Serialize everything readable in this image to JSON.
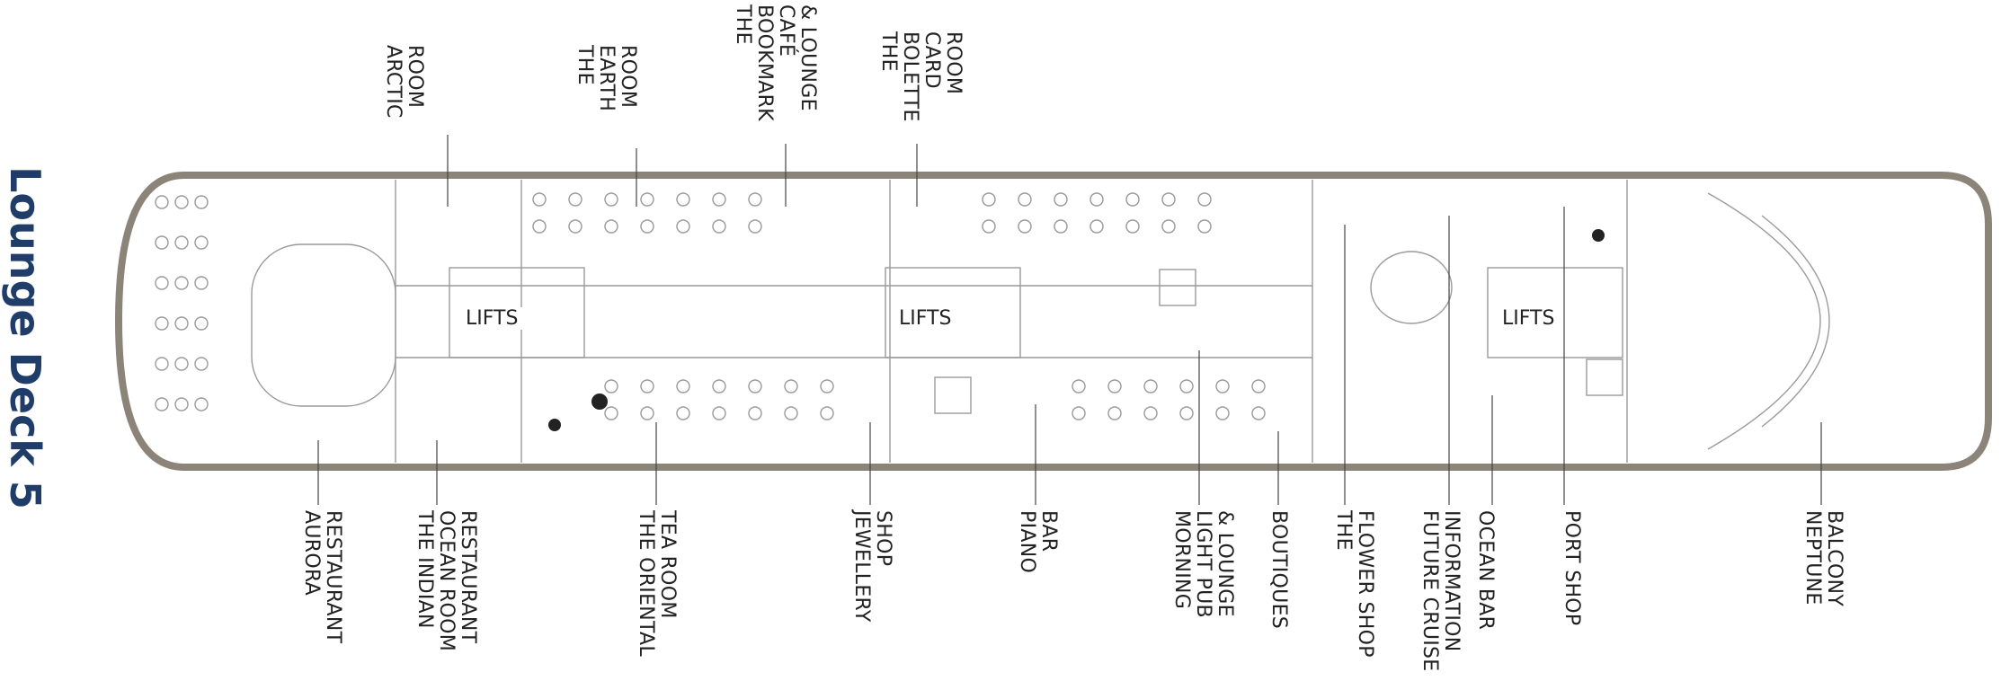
{
  "deck": {
    "title": "Lounge Deck 5"
  },
  "lifts_label": "LIFTS",
  "colors": {
    "hull": "#8c8479",
    "title": "#1f3d68",
    "linework": "#9a9a9a",
    "text": "#222222"
  },
  "icons": [
    "wheelchair-icon",
    "restroom-icon"
  ],
  "top_labels": [
    {
      "id": "arctic-room",
      "lines": [
        "ARCTIC",
        "ROOM"
      ]
    },
    {
      "id": "earth-room",
      "lines": [
        "THE",
        "EARTH",
        "ROOM"
      ]
    },
    {
      "id": "bookmark-cafe",
      "lines": [
        "THE",
        "BOOKMARK",
        "CAFÉ",
        "& LOUNGE"
      ]
    },
    {
      "id": "bolette-card-room",
      "lines": [
        "THE",
        "BOLETTE",
        "CARD",
        "ROOM"
      ]
    }
  ],
  "bottom_labels": [
    {
      "id": "aurora-restaurant",
      "lines": [
        "AURORA",
        "RESTAURANT"
      ]
    },
    {
      "id": "indian-ocean-room",
      "lines": [
        "THE INDIAN",
        "OCEAN ROOM",
        "RESTAURANT"
      ]
    },
    {
      "id": "oriental-tea-room",
      "lines": [
        "THE ORIENTAL",
        "TEA ROOM"
      ]
    },
    {
      "id": "jewellery-shop",
      "lines": [
        "JEWELLERY",
        "SHOP"
      ]
    },
    {
      "id": "piano-bar",
      "lines": [
        "PIANO",
        "BAR"
      ]
    },
    {
      "id": "morning-light-pub",
      "lines": [
        "MORNING",
        "LIGHT PUB",
        "& LOUNGE"
      ]
    },
    {
      "id": "boutiques",
      "lines": [
        "BOUTIQUES"
      ]
    },
    {
      "id": "flower-shop",
      "lines": [
        "THE",
        "FLOWER SHOP"
      ]
    },
    {
      "id": "future-cruise",
      "lines": [
        "FUTURE CRUISE",
        "INFORMATION"
      ]
    },
    {
      "id": "ocean-bar",
      "lines": [
        "OCEAN BAR"
      ]
    },
    {
      "id": "port-shop",
      "lines": [
        "PORT SHOP"
      ]
    },
    {
      "id": "neptune-balcony",
      "lines": [
        "NEPTUNE",
        "BALCONY"
      ]
    }
  ]
}
